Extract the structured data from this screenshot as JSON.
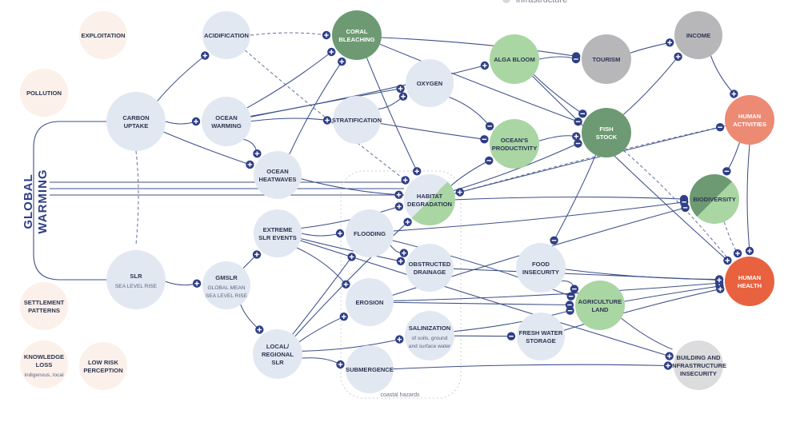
{
  "title_lines": [
    "GLOBAL",
    "WARMING"
  ],
  "legend_partial": [
    "infrastructure"
  ],
  "annotation_coastal": "coastal hazards",
  "colors": {
    "edge": "#3d4f8a",
    "edge_dashed": "#6a779e",
    "sign_fill": "#2f3f86",
    "peach": "#fbf0ea",
    "light_blue": "#e2e8f2",
    "dark_green": "#6d9a72",
    "light_green": "#a9d6a3",
    "grey": "#b7b7ba",
    "light_grey": "#dcdcde",
    "salmon": "#ec8a74",
    "red_orange": "#e8623f",
    "text": "#2c3550"
  },
  "nodes": [
    {
      "id": "exploitation",
      "lines": [
        "EXPLOITATION"
      ],
      "sub": [],
      "style": "peach"
    },
    {
      "id": "pollution",
      "lines": [
        "POLLUTION"
      ],
      "sub": [],
      "style": "peach"
    },
    {
      "id": "settlement",
      "lines": [
        "SETTLEMENT",
        "PATTERNS"
      ],
      "sub": [],
      "style": "peach"
    },
    {
      "id": "knowledge",
      "lines": [
        "KNOWLEDGE",
        "LOSS"
      ],
      "sub": [
        "indigenous, local"
      ],
      "style": "peach"
    },
    {
      "id": "lowrisk",
      "lines": [
        "LOW RISK",
        "PERCEPTION"
      ],
      "sub": [],
      "style": "peach"
    },
    {
      "id": "carbon",
      "lines": [
        "CARBON",
        "UPTAKE"
      ],
      "sub": [],
      "style": "light_blue"
    },
    {
      "id": "slr",
      "lines": [
        "SLR"
      ],
      "sub": [
        "SEA LEVEL RISE"
      ],
      "style": "light_blue"
    },
    {
      "id": "acidification",
      "lines": [
        "ACIDIFICATION"
      ],
      "sub": [],
      "style": "light_blue"
    },
    {
      "id": "ocean_warming",
      "lines": [
        "OCEAN",
        "WARMING"
      ],
      "sub": [],
      "style": "light_blue"
    },
    {
      "id": "ocean_heatwaves",
      "lines": [
        "OCEAN",
        "HEATWAVES"
      ],
      "sub": [],
      "style": "light_blue"
    },
    {
      "id": "extreme_slr",
      "lines": [
        "EXTREME",
        "SLR EVENTS"
      ],
      "sub": [],
      "style": "light_blue"
    },
    {
      "id": "gmslr",
      "lines": [
        "GMSLR"
      ],
      "sub": [
        "GLOBAL MEAN",
        "SEA LEVEL RISE"
      ],
      "style": "light_blue"
    },
    {
      "id": "local_slr",
      "lines": [
        "LOCAL/",
        "REGIONAL",
        "SLR"
      ],
      "sub": [],
      "style": "light_blue"
    },
    {
      "id": "coral",
      "lines": [
        "CORAL",
        "BLEACHING"
      ],
      "sub": [],
      "style": "dark_green"
    },
    {
      "id": "oxygen",
      "lines": [
        "OXYGEN"
      ],
      "sub": [],
      "style": "light_blue"
    },
    {
      "id": "stratification",
      "lines": [
        "STRATIFICATION"
      ],
      "sub": [],
      "style": "light_blue"
    },
    {
      "id": "habitat",
      "lines": [
        "HABITAT",
        "DEGRADATION"
      ],
      "sub": [],
      "style": "habitat"
    },
    {
      "id": "flooding",
      "lines": [
        "FLOODING"
      ],
      "sub": [],
      "style": "light_blue"
    },
    {
      "id": "obstructed",
      "lines": [
        "OBSTRUCTED",
        "DRAINAGE"
      ],
      "sub": [],
      "style": "light_blue"
    },
    {
      "id": "erosion",
      "lines": [
        "EROSION"
      ],
      "sub": [],
      "style": "light_blue"
    },
    {
      "id": "salinization",
      "lines": [
        "SALINIZATION"
      ],
      "sub": [
        "of soils, ground",
        "and surface water"
      ],
      "style": "light_blue"
    },
    {
      "id": "submergence",
      "lines": [
        "SUBMERGENCE"
      ],
      "sub": [],
      "style": "light_blue"
    },
    {
      "id": "alga",
      "lines": [
        "ALGA BLOOM"
      ],
      "sub": [],
      "style": "light_green"
    },
    {
      "id": "productivity",
      "lines": [
        "OCEAN'S",
        "PRODUCTIVITY"
      ],
      "sub": [],
      "style": "light_green"
    },
    {
      "id": "tourism",
      "lines": [
        "TOURISM"
      ],
      "sub": [],
      "style": "grey"
    },
    {
      "id": "fishstock",
      "lines": [
        "FISH",
        "STOCK"
      ],
      "sub": [],
      "style": "dark_green"
    },
    {
      "id": "income",
      "lines": [
        "INCOME"
      ],
      "sub": [],
      "style": "grey"
    },
    {
      "id": "food",
      "lines": [
        "FOOD",
        "INSECURITY"
      ],
      "sub": [],
      "style": "light_blue"
    },
    {
      "id": "freshwater",
      "lines": [
        "FRESH WATER",
        "STORAGE"
      ],
      "sub": [],
      "style": "light_blue"
    },
    {
      "id": "agriculture",
      "lines": [
        "AGRICULTURE",
        "LAND"
      ],
      "sub": [],
      "style": "light_green"
    },
    {
      "id": "human_act",
      "lines": [
        "HUMAN",
        "ACTIVITIES"
      ],
      "sub": [],
      "style": "salmon"
    },
    {
      "id": "biodiversity",
      "lines": [
        "BIODIVERSITY"
      ],
      "sub": [],
      "style": "biodiv"
    },
    {
      "id": "human_health",
      "lines": [
        "HUMAN",
        "HEALTH"
      ],
      "sub": [],
      "style": "red_orange"
    },
    {
      "id": "building",
      "lines": [
        "BUILDING AND",
        "INFRASTRUCTURE",
        "INSECURITY"
      ],
      "sub": [],
      "style": "light_grey"
    }
  ],
  "edges": [
    {
      "from": "carbon",
      "to": "acidification",
      "sign": "+",
      "dashed": false
    },
    {
      "from": "carbon",
      "to": "ocean_warming",
      "sign": "+",
      "dashed": false
    },
    {
      "from": "carbon",
      "to": "slr",
      "sign": "",
      "dashed": true
    },
    {
      "from": "carbon",
      "to": "ocean_heatwaves",
      "sign": "+",
      "dashed": false
    },
    {
      "from": "slr",
      "to": "gmslr",
      "sign": "+",
      "dashed": false
    },
    {
      "from": "acidification",
      "to": "coral",
      "sign": "+",
      "dashed": true
    },
    {
      "from": "acidification",
      "to": "habitat",
      "sign": "+",
      "dashed": true
    },
    {
      "from": "ocean_warming",
      "to": "coral",
      "sign": "+",
      "dashed": false
    },
    {
      "from": "ocean_warming",
      "to": "stratification",
      "sign": "+",
      "dashed": false
    },
    {
      "from": "ocean_warming",
      "to": "oxygen",
      "sign": "+",
      "dashed": false
    },
    {
      "from": "ocean_warming",
      "to": "alga",
      "sign": "+",
      "dashed": false
    },
    {
      "from": "ocean_warming",
      "to": "ocean_heatwaves",
      "sign": "+",
      "dashed": false
    },
    {
      "from": "ocean_heatwaves",
      "to": "coral",
      "sign": "+",
      "dashed": false
    },
    {
      "from": "ocean_heatwaves",
      "to": "habitat",
      "sign": "+",
      "dashed": false
    },
    {
      "from": "gmslr",
      "to": "extreme_slr",
      "sign": "+",
      "dashed": false
    },
    {
      "from": "gmslr",
      "to": "local_slr",
      "sign": "+",
      "dashed": false
    },
    {
      "from": "extreme_slr",
      "to": "flooding",
      "sign": "+",
      "dashed": false
    },
    {
      "from": "extreme_slr",
      "to": "erosion",
      "sign": "+",
      "dashed": false
    },
    {
      "from": "extreme_slr",
      "to": "obstructed",
      "sign": "+",
      "dashed": false
    },
    {
      "from": "extreme_slr",
      "to": "habitat",
      "sign": "+",
      "dashed": false
    },
    {
      "from": "local_slr",
      "to": "flooding",
      "sign": "+",
      "dashed": false
    },
    {
      "from": "local_slr",
      "to": "erosion",
      "sign": "+",
      "dashed": false
    },
    {
      "from": "local_slr",
      "to": "salinization",
      "sign": "+",
      "dashed": false
    },
    {
      "from": "local_slr",
      "to": "submergence",
      "sign": "+",
      "dashed": false
    },
    {
      "from": "local_slr",
      "to": "habitat",
      "sign": "+",
      "dashed": false
    },
    {
      "from": "flooding",
      "to": "obstructed",
      "sign": "+",
      "dashed": false
    },
    {
      "from": "coral",
      "to": "tourism",
      "sign": "-",
      "dashed": false
    },
    {
      "from": "coral",
      "to": "fishstock",
      "sign": "-",
      "dashed": false
    },
    {
      "from": "coral",
      "to": "habitat",
      "sign": "+",
      "dashed": false
    },
    {
      "from": "oxygen",
      "to": "productivity",
      "sign": "-",
      "dashed": false
    },
    {
      "from": "stratification",
      "to": "productivity",
      "sign": "-",
      "dashed": false
    },
    {
      "from": "stratification",
      "to": "oxygen",
      "sign": "+",
      "dashed": false
    },
    {
      "from": "alga",
      "to": "tourism",
      "sign": "-",
      "dashed": false
    },
    {
      "from": "alga",
      "to": "fishstock",
      "sign": "-",
      "dashed": false
    },
    {
      "from": "alga",
      "to": "human_health",
      "sign": "+",
      "dashed": false
    },
    {
      "from": "habitat",
      "to": "biodiversity",
      "sign": "-",
      "dashed": false
    },
    {
      "from": "habitat",
      "to": "productivity",
      "sign": "-",
      "dashed": false
    },
    {
      "from": "habitat",
      "to": "fishstock",
      "sign": "-",
      "dashed": false
    },
    {
      "from": "productivity",
      "to": "fishstock",
      "sign": "+",
      "dashed": false
    },
    {
      "from": "tourism",
      "to": "income",
      "sign": "+",
      "dashed": false
    },
    {
      "from": "fishstock",
      "to": "income",
      "sign": "+",
      "dashed": false
    },
    {
      "from": "fishstock",
      "to": "food",
      "sign": "-",
      "dashed": false
    },
    {
      "from": "income",
      "to": "human_act",
      "sign": "+",
      "dashed": false
    },
    {
      "from": "human_act",
      "to": "biodiversity",
      "sign": "-",
      "dashed": false
    },
    {
      "from": "human_act",
      "to": "habitat",
      "sign": "+",
      "dashed": true
    },
    {
      "from": "human_act",
      "to": "human_health",
      "sign": "+",
      "dashed": false
    },
    {
      "from": "food",
      "to": "human_health",
      "sign": "+",
      "dashed": false
    },
    {
      "from": "food",
      "to": "agriculture",
      "sign": "-",
      "dashed": false
    },
    {
      "from": "agriculture",
      "to": "human_health",
      "sign": "+",
      "dashed": false
    },
    {
      "from": "agriculture",
      "to": "building",
      "sign": "",
      "dashed": false
    },
    {
      "from": "freshwater",
      "to": "human_health",
      "sign": "+",
      "dashed": false
    },
    {
      "from": "salinization",
      "to": "freshwater",
      "sign": "-",
      "dashed": false
    },
    {
      "from": "salinization",
      "to": "agriculture",
      "sign": "-",
      "dashed": false
    },
    {
      "from": "flooding",
      "to": "agriculture",
      "sign": "-",
      "dashed": false
    },
    {
      "from": "erosion",
      "to": "agriculture",
      "sign": "-",
      "dashed": false
    },
    {
      "from": "erosion",
      "to": "human_health",
      "sign": "+",
      "dashed": false
    },
    {
      "from": "submergence",
      "to": "building",
      "sign": "+",
      "dashed": false
    },
    {
      "from": "obstructed",
      "to": "human_health",
      "sign": "+",
      "dashed": false
    },
    {
      "from": "biodiversity",
      "to": "human_health",
      "sign": "+",
      "dashed": true
    },
    {
      "from": "fishstock",
      "to": "human_health",
      "sign": "",
      "dashed": true
    },
    {
      "from": "extreme_slr",
      "to": "building",
      "sign": "+",
      "dashed": false
    },
    {
      "from": "flooding",
      "to": "biodiversity",
      "sign": "-",
      "dashed": false
    },
    {
      "from": "erosion",
      "to": "biodiversity",
      "sign": "-",
      "dashed": false
    },
    {
      "from": "habitat",
      "to": "human_act",
      "sign": "-",
      "dashed": false
    }
  ]
}
